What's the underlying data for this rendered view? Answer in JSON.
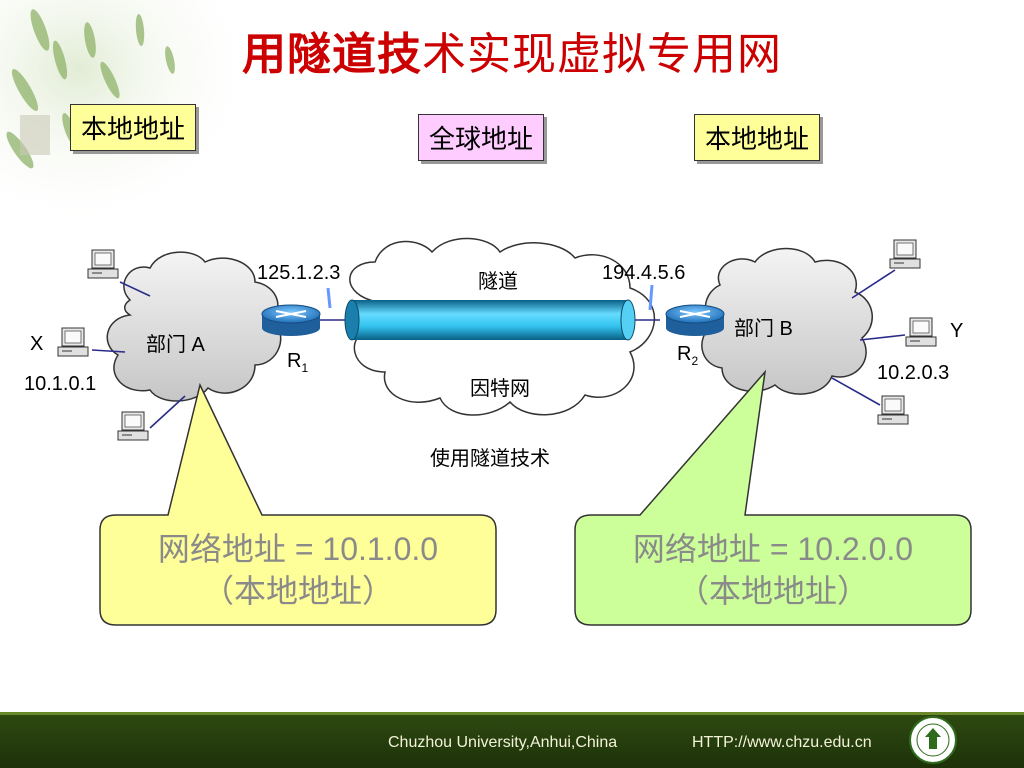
{
  "title": {
    "part1": "用隧道技",
    "part2": "术实现虚拟专用网"
  },
  "labels": {
    "local_left": "本地地址",
    "global": "全球地址",
    "local_right": "本地地址"
  },
  "network": {
    "dept_a": "部门 A",
    "dept_b": "部门 B",
    "tunnel": "隧道",
    "internet": "因特网",
    "caption": "使用隧道技术",
    "ip_r1": "125.1.2.3",
    "ip_r2": "194.4.5.6",
    "r1": "R",
    "r1_sub": "1",
    "r2": "R",
    "r2_sub": "2",
    "host_x": "X",
    "host_x_ip": "10.1.0.1",
    "host_y": "Y",
    "host_y_ip": "10.2.0.3"
  },
  "callouts": {
    "left_line1": "网络地址 = 10.1.0.0",
    "left_line2": "（本地地址）",
    "right_line1": "网络地址 = 10.2.0.0",
    "right_line2": "（本地地址）"
  },
  "footer": {
    "university": "Chuzhou University,Anhui,China",
    "url": "HTTP://www.chzu.edu.cn"
  },
  "colors": {
    "title": "#cc0000",
    "yellow_fill": "#ffff99",
    "pink_fill": "#ffccff",
    "green_fill": "#ccff99",
    "tunnel": "#33ccff"
  }
}
